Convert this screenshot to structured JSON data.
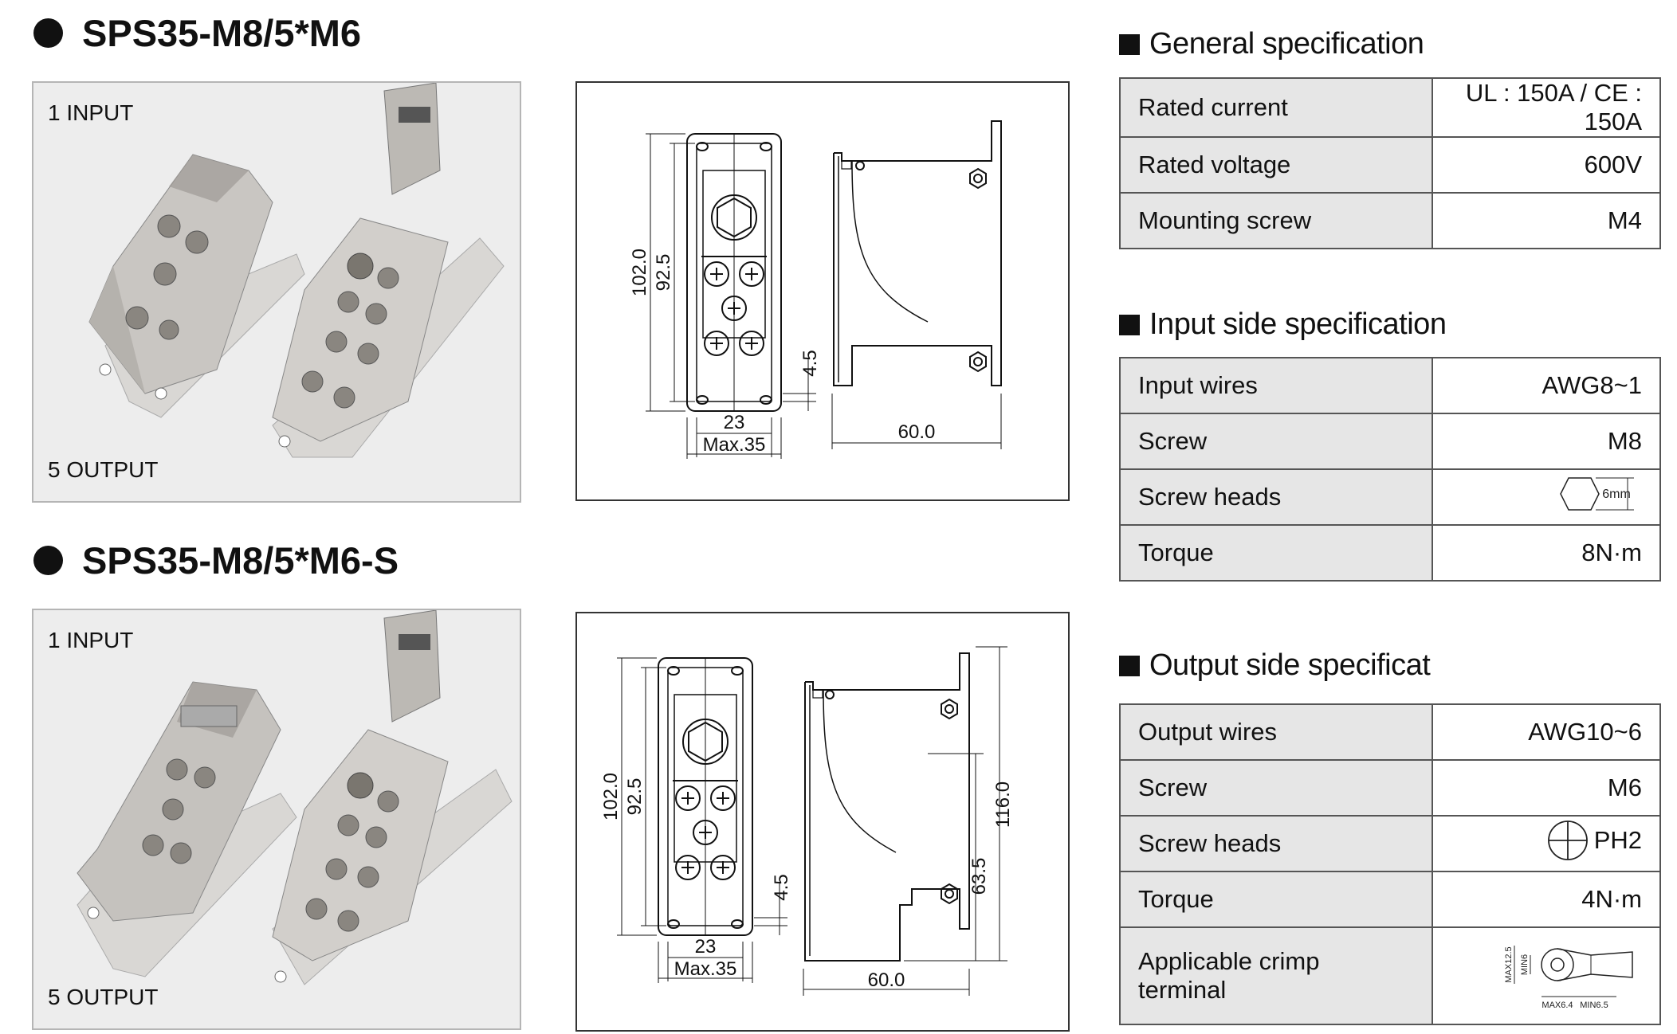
{
  "products": [
    {
      "title": "SPS35-M8/5*M6",
      "input_label": "1 INPUT",
      "output_label": "5 OUTPUT",
      "dims": {
        "h_total": "102.0",
        "h_inner": "92.5",
        "gap": "4.5",
        "w_inner": "23",
        "w_max": "Max.35",
        "depth": "60.0"
      }
    },
    {
      "title": "SPS35-M8/5*M6-S",
      "input_label": "1 INPUT",
      "output_label": "5 OUTPUT",
      "dims": {
        "h_total": "102.0",
        "h_inner": "92.5",
        "gap": "4.5",
        "w_inner": "23",
        "w_max": "Max.35",
        "depth": "60.0",
        "h_side": "116.0",
        "h_side_low": "63.5"
      }
    }
  ],
  "sections": [
    {
      "title": "General specification",
      "rows": [
        {
          "key": "Rated current",
          "value": "UL : 150A / CE : 150A"
        },
        {
          "key": "Rated voltage",
          "value": "600V"
        },
        {
          "key": "Mounting screw",
          "value": "M4"
        }
      ]
    },
    {
      "title": "Input side specification",
      "rows": [
        {
          "key": "Input wires",
          "value": "AWG8~1"
        },
        {
          "key": "Screw",
          "value": "M8"
        },
        {
          "key": "Screw heads",
          "value": "",
          "icon": "hexagon-icon",
          "icon_label": "6mm"
        },
        {
          "key": "Torque",
          "value": "8N·m"
        }
      ]
    },
    {
      "title": "Output side specificat",
      "rows": [
        {
          "key": "Output wires",
          "value": "AWG10~6"
        },
        {
          "key": "Screw",
          "value": "M6"
        },
        {
          "key": "Screw heads",
          "value": "PH2",
          "icon": "phillips-icon"
        },
        {
          "key": "Torque",
          "value": "4N·m"
        },
        {
          "key": "Applicable crimp terminal",
          "value": "",
          "icon": "crimp-terminal-icon",
          "icon_labels": [
            "MAX12.5",
            "MIN6",
            "MAX6.4",
            "MIN6.5"
          ]
        }
      ]
    }
  ]
}
